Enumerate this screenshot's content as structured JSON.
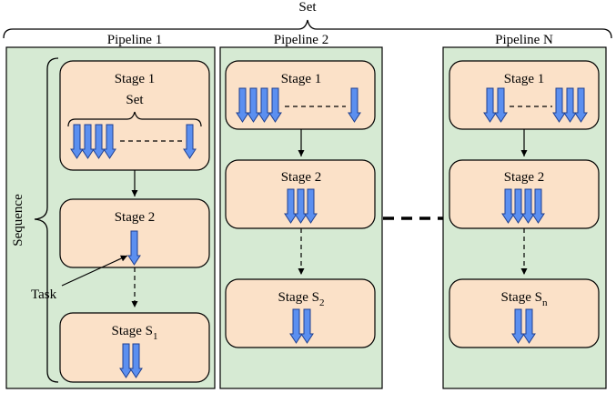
{
  "diagram": {
    "top_label": "Set",
    "pipelines": [
      {
        "title": "Pipeline 1",
        "stages": [
          {
            "label": "Stage 1",
            "sub": "",
            "inner_label": "Set"
          },
          {
            "label": "Stage 2",
            "sub": ""
          },
          {
            "label": "Stage S",
            "sub": "1"
          }
        ]
      },
      {
        "title": "Pipeline 2",
        "stages": [
          {
            "label": "Stage 1",
            "sub": ""
          },
          {
            "label": "Stage 2",
            "sub": ""
          },
          {
            "label": "Stage S",
            "sub": "2"
          }
        ]
      },
      {
        "title": "Pipeline N",
        "stages": [
          {
            "label": "Stage 1",
            "sub": ""
          },
          {
            "label": "Stage 2",
            "sub": ""
          },
          {
            "label": "Stage S",
            "sub": "n"
          }
        ]
      }
    ],
    "sequence_label": "Sequence",
    "task_label": "Task",
    "colors": {
      "pipeline_fill": "#d6ead3",
      "stage_fill": "#fbe1c8",
      "task_fill": "#5b8ff0",
      "task_stroke": "#1f3f8f"
    }
  }
}
